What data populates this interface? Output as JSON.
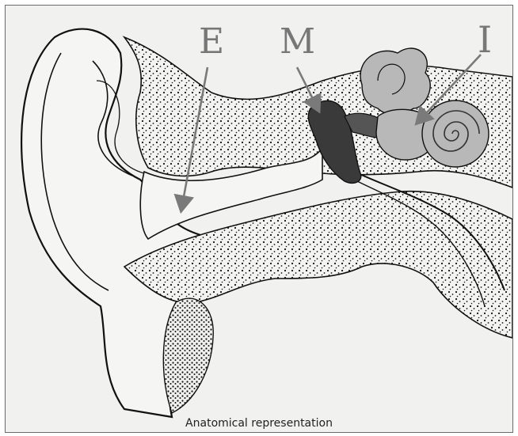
{
  "labels": {
    "external": "E",
    "middle": "M",
    "inner": "I"
  },
  "caption": "Anatomical representation",
  "colors": {
    "background": "#f1f1ef",
    "ink": "#111111",
    "middle_ear_fill": "#3a3a3a",
    "inner_ear_fill": "#b8b8b8",
    "arrow": "#7a7a7a",
    "label": "#777777"
  }
}
